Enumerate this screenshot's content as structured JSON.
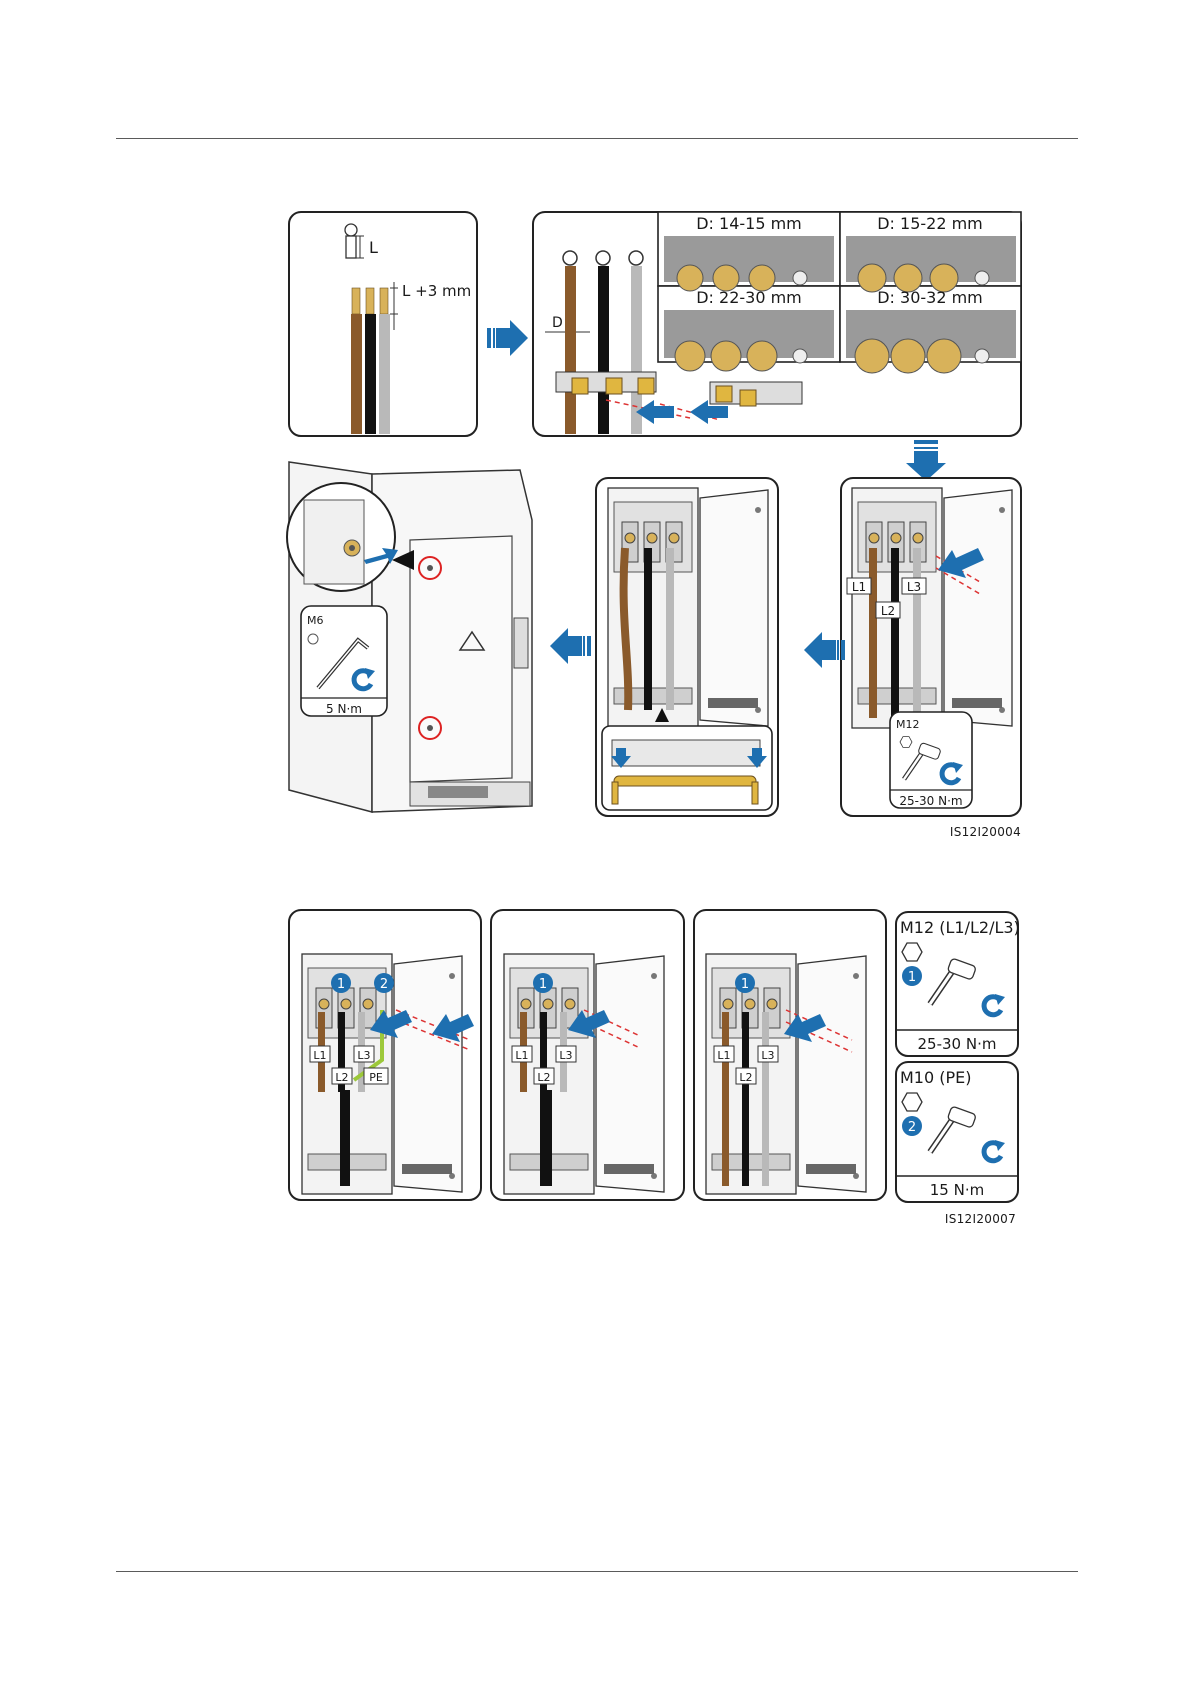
{
  "figure1": {
    "dim_L": "L",
    "dim_L3": "L +3 mm",
    "dim_D": "D",
    "sizes": [
      "D: 14-15 mm",
      "D: 15-22 mm",
      "D: 22-30 mm",
      "D: 30-32 mm"
    ],
    "phase_labels": [
      "L1",
      "L2",
      "L3"
    ],
    "m12": {
      "bolt": "M12",
      "torque": "25-30 N·m"
    },
    "m6": {
      "bolt": "M6",
      "torque": "5 N·m"
    },
    "code": "IS12I20004"
  },
  "figure2": {
    "panel1_labels": [
      "L1",
      "L2",
      "L3",
      "PE"
    ],
    "panel2_labels": [
      "L1",
      "L2",
      "L3"
    ],
    "panel3_labels": [
      "L1",
      "L2",
      "L3"
    ],
    "step_numbers": [
      "1",
      "2"
    ],
    "m12": {
      "title": "M12 (L1/L2/L3)",
      "step": "1",
      "torque": "25-30 N·m"
    },
    "m10": {
      "title": "M10 (PE)",
      "step": "2",
      "torque": "15 N·m"
    },
    "code": "IS12I20007"
  },
  "colors": {
    "arrow": "#1e6fb0",
    "brown": "#8a5a2b",
    "grey": "#b9b9b9",
    "gold": "#d8b25a",
    "pe_green": "#9cc83a"
  },
  "icons": [
    "blue-arrow-icon",
    "hex-nut-icon",
    "socket-wrench-icon",
    "hex-key-icon",
    "rotate-clockwise-icon",
    "red-circle-marker"
  ]
}
